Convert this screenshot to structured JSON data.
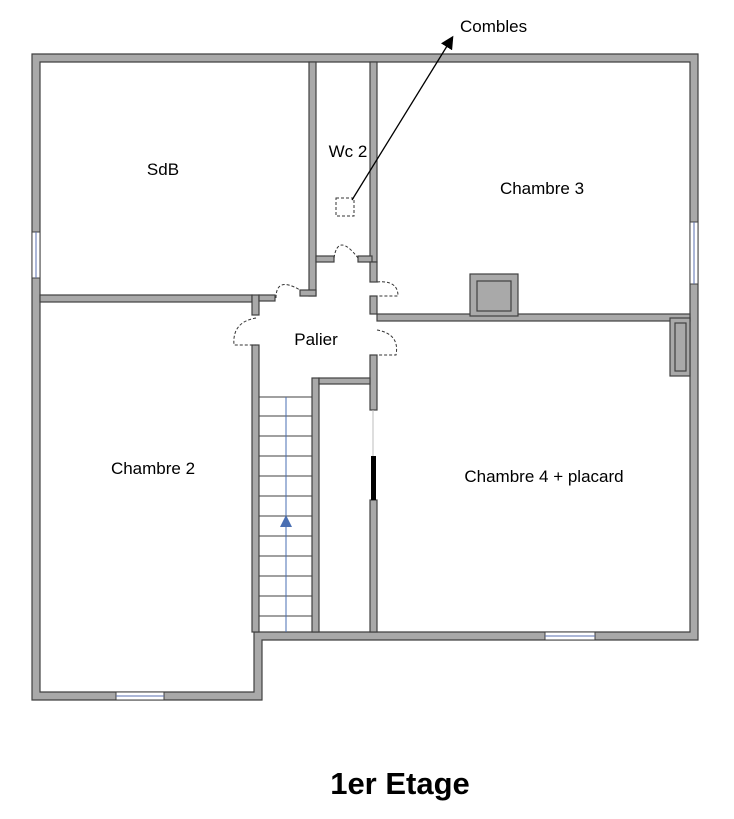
{
  "title": "1er Etage",
  "rooms": {
    "sdb": "SdB",
    "wc2": "Wc 2",
    "chambre3": "Chambre 3",
    "palier": "Palier",
    "chambre2": "Chambre 2",
    "chambre4": "Chambre 4 + placard"
  },
  "annotations": {
    "combles": "Combles"
  },
  "colors": {
    "wall": "#a9a9a9",
    "outline": "#404040",
    "window": "#5a6fb0",
    "stair_arrow": "#4a6fb3"
  }
}
